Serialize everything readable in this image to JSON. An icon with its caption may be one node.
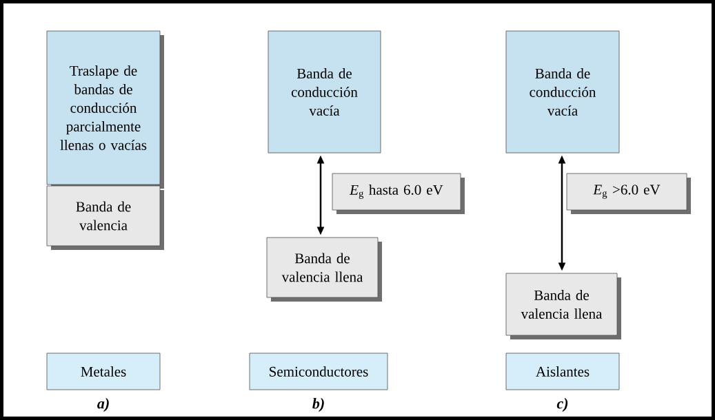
{
  "diagram": {
    "nodes": [
      {
        "text": [
          "Traslape de bandas de conducción parcialmente llenas o vacías"
        ]
      },
      {
        "text": [
          "Banda de valencia"
        ]
      },
      {
        "text": [
          "Banda de conducción vacía"
        ]
      },
      {
        "text": [
          "*E*$_{g}$ hasta 6.0 eV"
        ]
      },
      {
        "text": [
          "Banda de valencia llena"
        ]
      },
      {
        "text": [
          "Banda de conducción vacía"
        ]
      },
      {
        "text": [
          "*E*$_{g}$ >6.0 eV"
        ]
      },
      {
        "text": [
          "Banda de valencia llena"
        ]
      },
      {
        "text": [
          "Metales"
        ],
        "beside": [
          "a)"
        ]
      },
      {
        "text": [
          "Semiconductores"
        ],
        "beside": [
          "b)"
        ]
      },
      {
        "text": [
          "Aislantes"
        ],
        "beside": [
          "c)"
        ]
      }
    ],
    "edges": [
      {
        "from": 2,
        "to": 4,
        "arrow": "both"
      },
      {
        "from": 5,
        "to": 7,
        "arrow": "both"
      }
    ]
  }
}
